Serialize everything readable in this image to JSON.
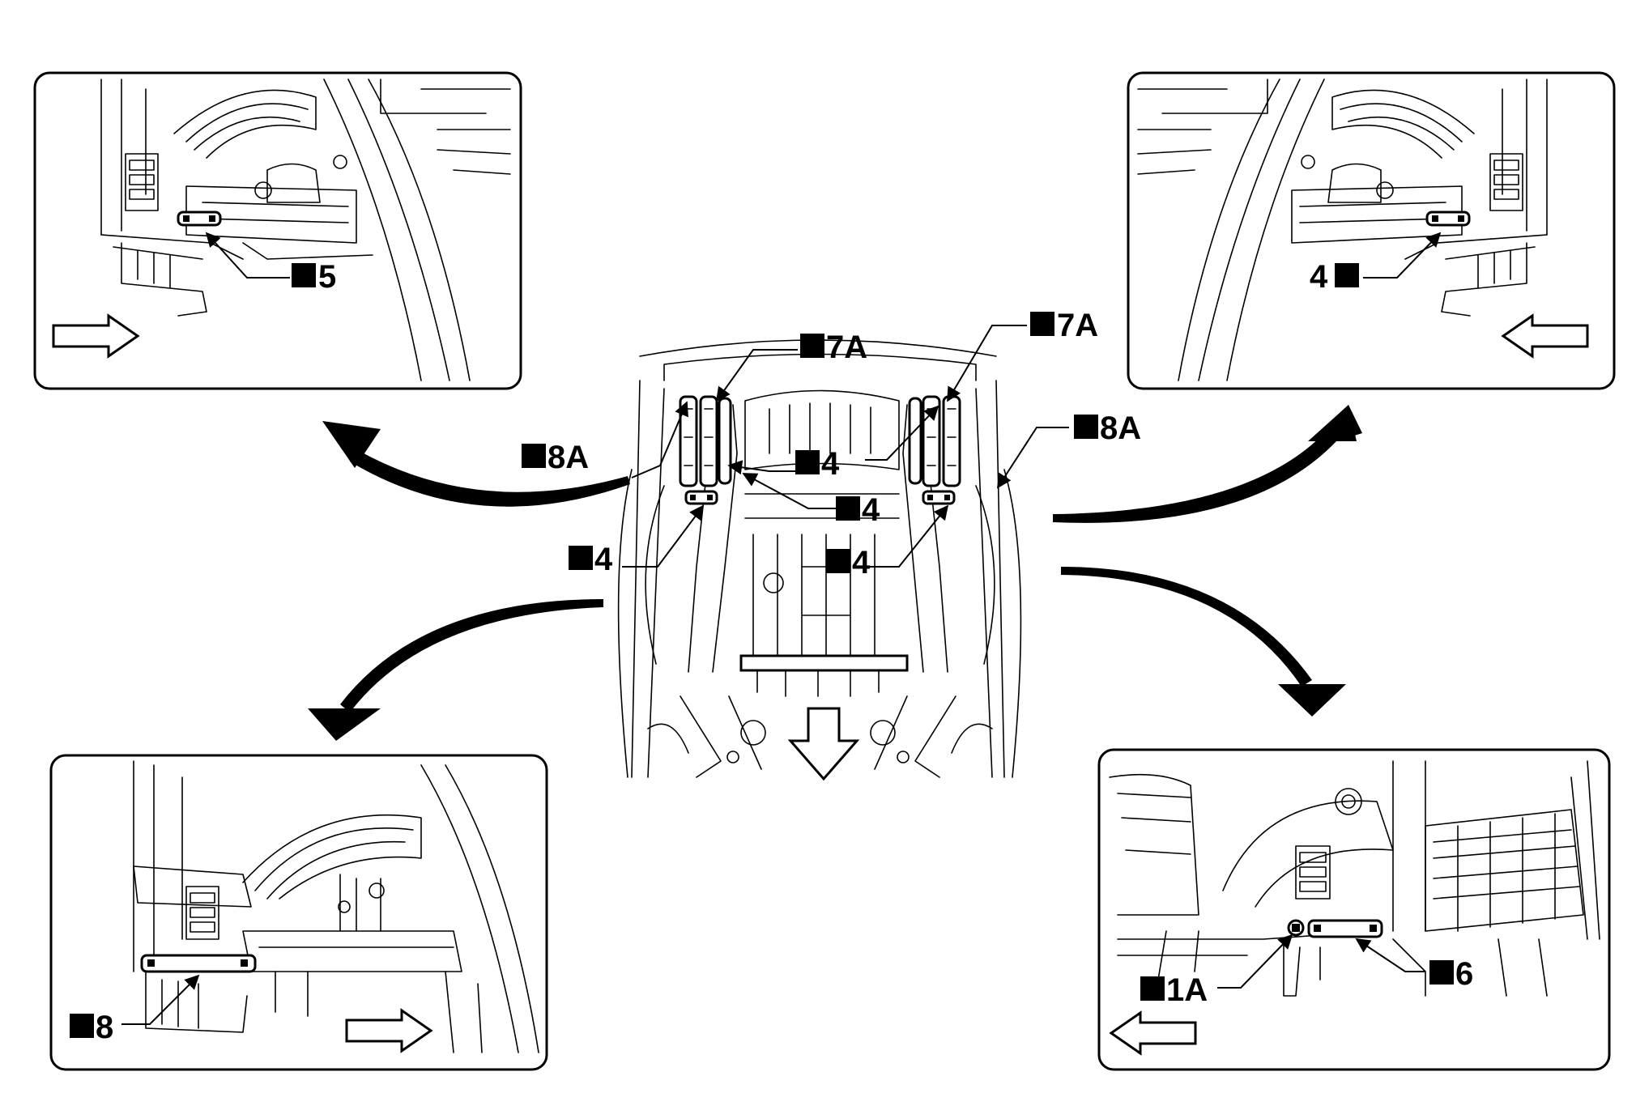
{
  "callouts": {
    "p1_5": "5",
    "p2_4": "4",
    "c_7a_left": "7A",
    "c_7a_right": "7A",
    "c_8a_left": "8A",
    "c_8a_right": "8A",
    "c_4_a": "4",
    "c_4_b": "4",
    "c_4_c": "4",
    "c_4_d": "4",
    "p3_8": "8",
    "p4_1a": "1A",
    "p4_6": "6"
  }
}
